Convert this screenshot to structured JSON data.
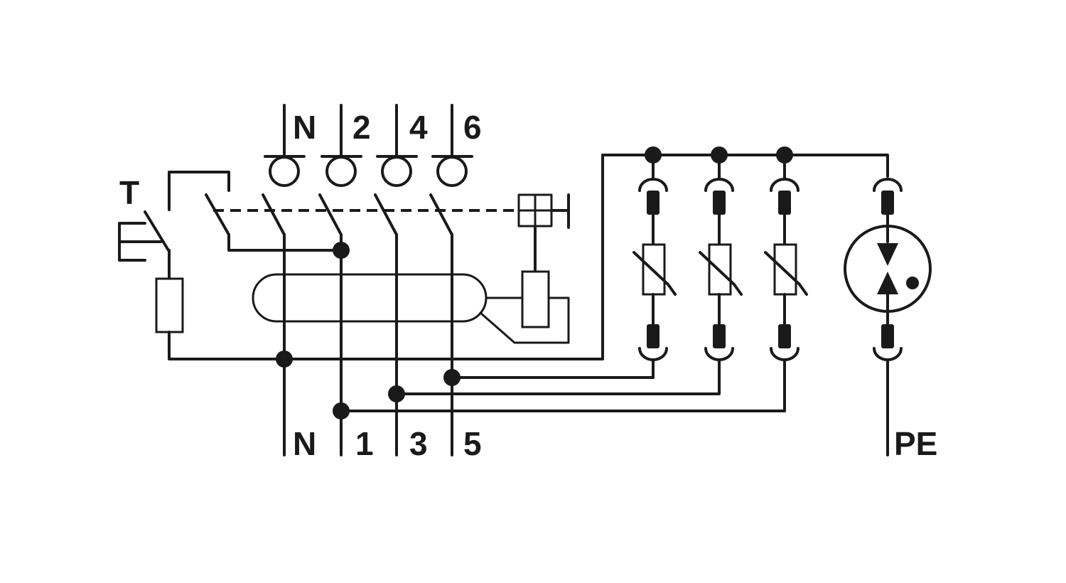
{
  "diagram": {
    "test_button_label": "T",
    "top_terminals": [
      "N",
      "2",
      "4",
      "6"
    ],
    "bottom_terminals": [
      "N",
      "1",
      "3",
      "5"
    ],
    "earth_label": "PE"
  },
  "colors": {
    "line": "#1a1a1a",
    "background": "#ffffff"
  }
}
